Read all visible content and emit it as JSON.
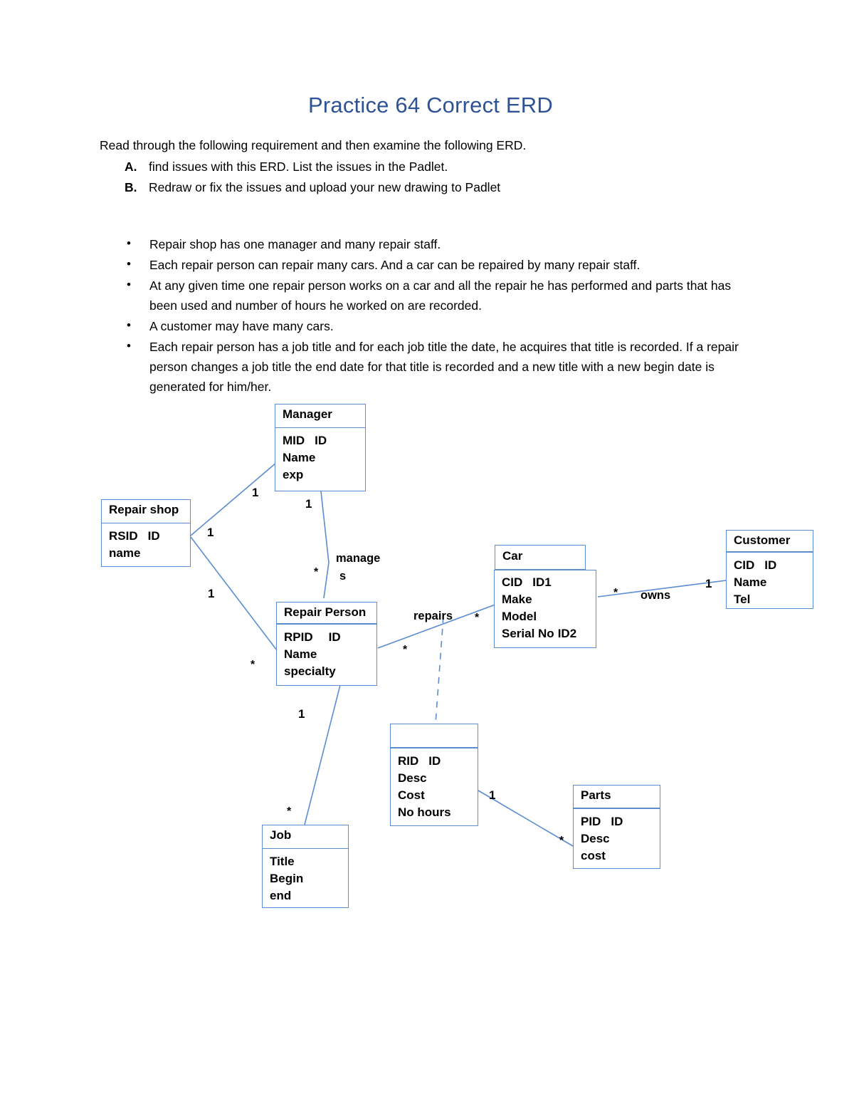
{
  "document": {
    "title": "Practice 64 Correct ERD",
    "intro": "Read through the following requirement and then examine the following ERD.",
    "lettered_items": [
      {
        "marker": "A.",
        "text": "find issues with this ERD. List the issues in the Padlet."
      },
      {
        "marker": "B.",
        "text": "Redraw or fix the issues and upload your new drawing to Padlet"
      }
    ],
    "bullets": [
      "Repair shop has one manager and many repair staff.",
      "Each repair person can repair many cars. And a car can be repaired by many repair staff.",
      "At any given time one repair person works on a car and all the repair he has performed and parts that has been used and number of hours he worked on are recorded.",
      "A customer may have many cars.",
      "Each repair person has a job title and for each job title the date, he acquires that title is recorded. If a repair person changes a job title the end date for that title is recorded and a new title with a new begin date is generated for him/her."
    ]
  },
  "erd": {
    "line_color": "#5B8DD0",
    "entities": {
      "repair_shop": {
        "name": "Repair shop",
        "attributes": [
          {
            "name": "RSID",
            "key": "ID"
          },
          {
            "name": "name",
            "key": ""
          }
        ]
      },
      "manager": {
        "name": "Manager",
        "attributes": [
          {
            "name": "MID",
            "key": "ID"
          },
          {
            "name": "Name",
            "key": ""
          },
          {
            "name": "exp",
            "key": ""
          }
        ]
      },
      "repair_person": {
        "name": "Repair Person",
        "attributes": [
          {
            "name": "RPID",
            "key": "ID"
          },
          {
            "name": "Name",
            "key": ""
          },
          {
            "name": "specialty",
            "key": ""
          }
        ]
      },
      "car": {
        "name": "Car",
        "attributes": [
          {
            "name": "CID",
            "key": "ID1"
          },
          {
            "name": "Make",
            "key": ""
          },
          {
            "name": "Model",
            "key": ""
          },
          {
            "name": "Serial No",
            "key": "ID2"
          }
        ]
      },
      "customer": {
        "name": "Customer",
        "attributes": [
          {
            "name": "CID",
            "key": "ID"
          },
          {
            "name": "Name",
            "key": ""
          },
          {
            "name": "Tel",
            "key": ""
          }
        ]
      },
      "repair": {
        "name": "",
        "attributes": [
          {
            "name": "RID",
            "key": "ID"
          },
          {
            "name": "Desc",
            "key": ""
          },
          {
            "name": "Cost",
            "key": ""
          },
          {
            "name": "No hours",
            "key": ""
          }
        ]
      },
      "parts": {
        "name": "Parts",
        "attributes": [
          {
            "name": "PID",
            "key": "ID"
          },
          {
            "name": "Desc",
            "key": ""
          },
          {
            "name": "cost",
            "key": ""
          }
        ]
      },
      "job": {
        "name": "Job",
        "attributes": [
          {
            "name": "Title",
            "key": ""
          },
          {
            "name": "Begin",
            "key": ""
          },
          {
            "name": "end",
            "key": ""
          }
        ]
      }
    },
    "relationship_labels": {
      "manages_line1": "manage",
      "manages_line2": "s",
      "repairs": "repairs",
      "owns": "owns"
    },
    "cardinalities": {
      "shop_manager_near_manager": "1",
      "shop_manager_near_shop": "1",
      "manager_person_near_manager": "1",
      "manager_person_near_person": "*",
      "shop_person_near_shop": "1",
      "shop_person_near_person": "*",
      "person_car_near_person": "*",
      "person_car_near_car": "*",
      "car_customer_near_car": "*",
      "car_customer_near_customer": "1",
      "person_job_near_person": "1",
      "person_job_near_job": "*",
      "repair_parts_near_repair": "1",
      "repair_parts_near_parts": "*"
    }
  }
}
